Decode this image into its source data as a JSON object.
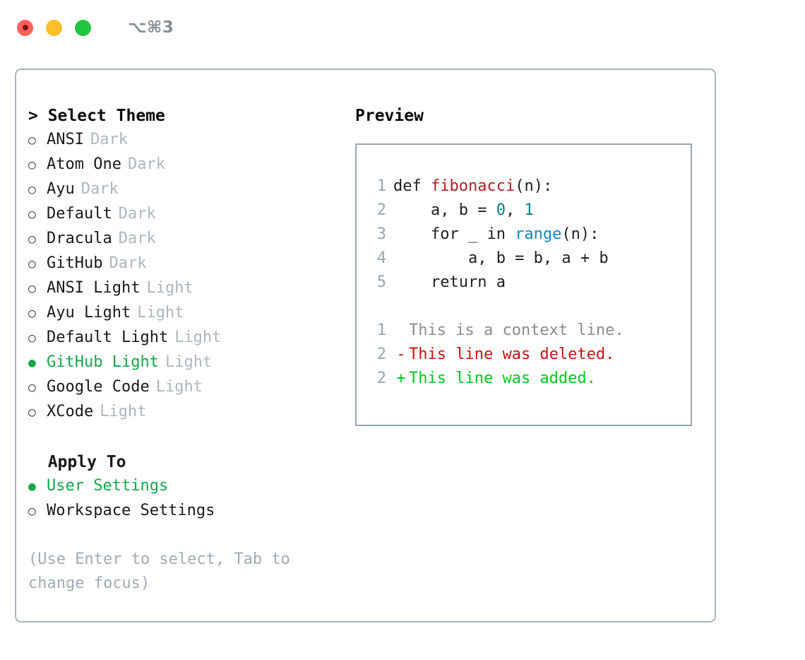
{
  "titlebar": {
    "shortcut": "⌥⌘3",
    "buttons": [
      {
        "name": "close",
        "color": "#ff6159"
      },
      {
        "name": "minimize",
        "color": "#ffbd2e"
      },
      {
        "name": "maximize",
        "color": "#23c53f"
      }
    ]
  },
  "theme_section": {
    "heading": "> Select Theme",
    "items": [
      {
        "marker": "○",
        "label": "ANSI",
        "badge": "Dark",
        "selected": false
      },
      {
        "marker": "○",
        "label": "Atom One",
        "badge": "Dark",
        "selected": false
      },
      {
        "marker": "○",
        "label": "Ayu",
        "badge": "Dark",
        "selected": false
      },
      {
        "marker": "○",
        "label": "Default",
        "badge": "Dark",
        "selected": false
      },
      {
        "marker": "○",
        "label": "Dracula",
        "badge": "Dark",
        "selected": false
      },
      {
        "marker": "○",
        "label": "GitHub",
        "badge": "Dark",
        "selected": false
      },
      {
        "marker": "○",
        "label": "ANSI Light",
        "badge": "Light",
        "selected": false
      },
      {
        "marker": "○",
        "label": "Ayu Light",
        "badge": "Light",
        "selected": false
      },
      {
        "marker": "○",
        "label": "Default Light",
        "badge": "Light",
        "selected": false
      },
      {
        "marker": "●",
        "label": "GitHub Light",
        "badge": "Light",
        "selected": true
      },
      {
        "marker": "○",
        "label": "Google Code",
        "badge": "Light",
        "selected": false
      },
      {
        "marker": "○",
        "label": "XCode",
        "badge": "Light",
        "selected": false
      }
    ]
  },
  "apply_section": {
    "heading": "  Apply To",
    "items": [
      {
        "marker": "●",
        "label": "User Settings",
        "selected": true
      },
      {
        "marker": "○",
        "label": "Workspace Settings",
        "selected": false
      }
    ]
  },
  "hint": "(Use Enter to select, Tab to change focus)",
  "preview": {
    "heading": "Preview",
    "code_lines": [
      {
        "no": "1",
        "segments": [
          {
            "text": "def ",
            "type": "plain"
          },
          {
            "text": "fibonacci",
            "type": "fn"
          },
          {
            "text": "(n):",
            "type": "plain"
          }
        ]
      },
      {
        "no": "2",
        "segments": [
          {
            "text": "    a, b = ",
            "type": "plain"
          },
          {
            "text": "0",
            "type": "num"
          },
          {
            "text": ", ",
            "type": "plain"
          },
          {
            "text": "1",
            "type": "num"
          }
        ]
      },
      {
        "no": "3",
        "segments": [
          {
            "text": "    for _ in ",
            "type": "plain"
          },
          {
            "text": "range",
            "type": "call"
          },
          {
            "text": "(n):",
            "type": "plain"
          }
        ]
      },
      {
        "no": "4",
        "segments": [
          {
            "text": "        a, b = b, a + b",
            "type": "plain"
          }
        ]
      },
      {
        "no": "5",
        "segments": [
          {
            "text": "    return a",
            "type": "plain"
          }
        ]
      }
    ],
    "diff_lines": [
      {
        "no": "1",
        "mark": " ",
        "text": "This is a context line.",
        "kind": "context"
      },
      {
        "no": "2",
        "mark": "-",
        "text": "This line was deleted.",
        "kind": "del"
      },
      {
        "no": "2",
        "mark": "+",
        "text": "This line was added.",
        "kind": "add"
      }
    ]
  },
  "colors": {
    "accent_green": "#14a84a",
    "diff_add": "#00c81e",
    "diff_del": "#cc1111",
    "badge_muted": "#aeb6bf",
    "hint_muted": "#a2abb6",
    "border": "#aab4c0",
    "syntax_fn": "#b31d28",
    "syntax_num": "#007f85",
    "syntax_call": "#1287c4"
  }
}
